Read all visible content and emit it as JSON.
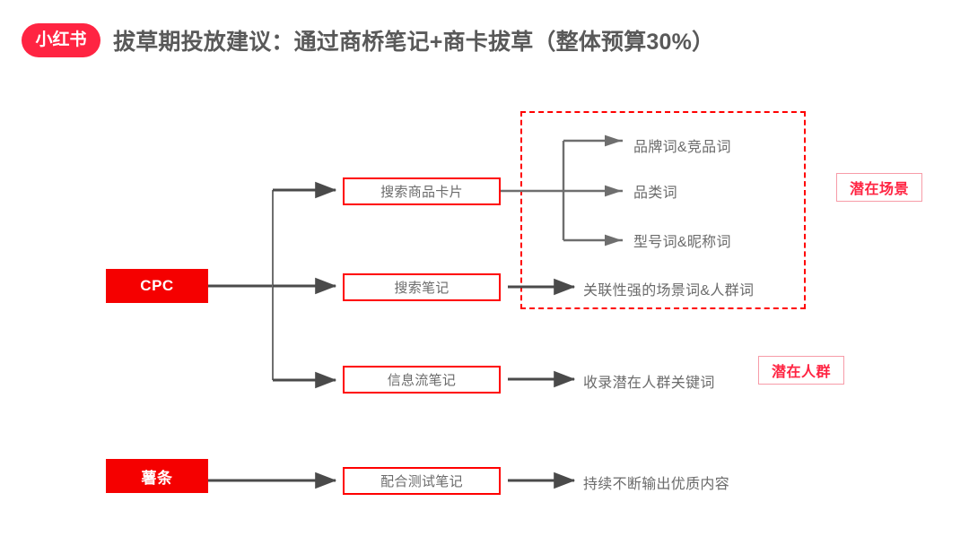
{
  "header": {
    "logo_text": "小红书",
    "logo_color": "#FF2442",
    "title": "拔草期投放建议：通过商桥笔记+商卡拔草（整体预算30%）",
    "title_color": "#595959"
  },
  "colors": {
    "solid_red": "#F50000",
    "outline_red": "#FF0000",
    "tag_border": "#F79CA8",
    "tag_text": "#FF2442",
    "body_gray": "#6b6b6b",
    "arrow_gray": "#595959"
  },
  "diagram": {
    "sources": [
      {
        "id": "cpc",
        "label": "CPC"
      },
      {
        "id": "shutiao",
        "label": "薯条"
      }
    ],
    "channels": [
      {
        "id": "search-product-card",
        "label": "搜索商品卡片",
        "source": "cpc"
      },
      {
        "id": "search-note",
        "label": "搜索笔记",
        "source": "cpc"
      },
      {
        "id": "feed-note",
        "label": "信息流笔记",
        "source": "cpc"
      },
      {
        "id": "test-note",
        "label": "配合测试笔记",
        "source": "shutiao"
      }
    ],
    "keywords": [
      {
        "id": "brand-competitor",
        "label": "品牌词&竞品词",
        "from": "search-product-card"
      },
      {
        "id": "category",
        "label": "品类词",
        "from": "search-product-card"
      },
      {
        "id": "model-nickname",
        "label": "型号词&昵称词",
        "from": "search-product-card"
      },
      {
        "id": "scene-audience",
        "label": "关联性强的场景词&人群词",
        "from": "search-note"
      },
      {
        "id": "collect-audience",
        "label": "收录潜在人群关键词",
        "from": "feed-note"
      },
      {
        "id": "quality-content",
        "label": "持续不断输出优质内容",
        "from": "test-note"
      }
    ],
    "tags": [
      {
        "id": "potential-scene",
        "label": "潜在场景"
      },
      {
        "id": "potential-audience",
        "label": "潜在人群"
      }
    ],
    "scope_box": {
      "id": "potential-scene-scope",
      "style": "dashed-red"
    }
  }
}
